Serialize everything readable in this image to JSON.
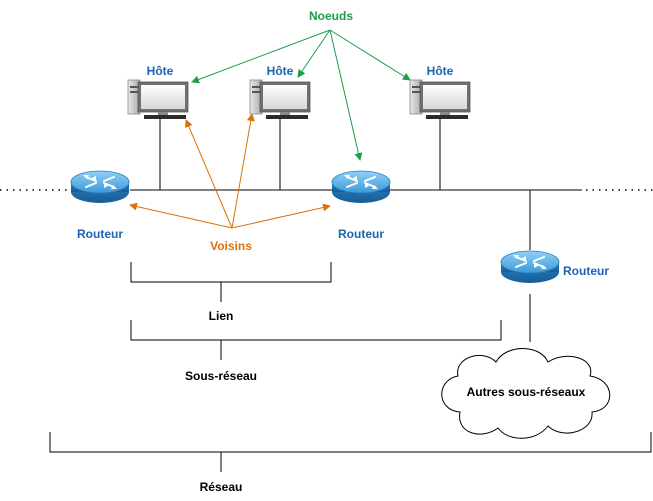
{
  "labels": {
    "nodes": "Noeuds",
    "host1": "Hôte",
    "host2": "Hôte",
    "host3": "Hôte",
    "router_left": "Routeur",
    "router_mid": "Routeur",
    "router_right": "Routeur",
    "neighbors": "Voisins",
    "link": "Lien",
    "subnet": "Sous-réseau",
    "other_subnets": "Autres sous-réseaux",
    "network": "Réseau"
  },
  "colors": {
    "node_arrows": "#1e9e4a",
    "neighbor_arrows": "#d9730d",
    "device_labels": "#1a63b5",
    "router_body": "#2f8fd1"
  }
}
